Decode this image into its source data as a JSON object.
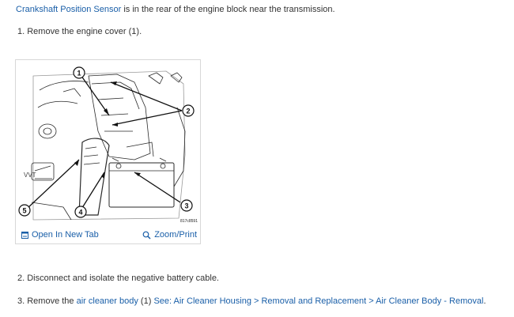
{
  "intro": {
    "link_text": "Crankshaft Position Sensor",
    "text_after": " is in the rear of the engine block near the transmission."
  },
  "steps": [
    {
      "text": "1. Remove the engine cover (1)."
    },
    {
      "text": "2. Disconnect and isolate the negative battery cable."
    },
    {
      "text_before": "3. Remove the ",
      "link1": "air cleaner body",
      "text_mid": " (1) ",
      "link2": "See: Air Cleaner Housing > Removal and Replacement > Air Cleaner Body - Removal",
      "text_end": "."
    }
  ],
  "figure": {
    "code": "817c8591",
    "callouts": [
      "1",
      "2",
      "3",
      "4",
      "5"
    ],
    "open_label": "Open In New Tab",
    "zoom_label": "Zoom/Print"
  },
  "colors": {
    "link": "#1a5fa8",
    "text": "#333333"
  },
  "icons": {
    "open": "open-in-new-tab-icon",
    "zoom": "magnifier-icon"
  }
}
